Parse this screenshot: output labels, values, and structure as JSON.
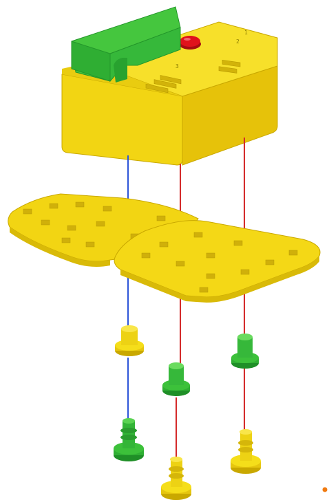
{
  "diagram": {
    "type": "exploded-assembly",
    "module": {
      "body_color": "#F5DE1A",
      "battery_color": "#3CC13A",
      "button_color": "#E0121C",
      "markings": [
        "1",
        "2",
        "3"
      ]
    },
    "plates": {
      "color": "#F5DE1A",
      "count": 2
    },
    "connectors": [
      {
        "id": "A",
        "wire_color": "#2D55D8",
        "upper_peg_color": "#F5DE1A",
        "lower_peg_color": "#3CC13A"
      },
      {
        "id": "B",
        "wire_color": "#D42A2A",
        "upper_peg_color": "#3CC13A",
        "lower_peg_color": "#F5DE1A"
      },
      {
        "id": "C",
        "wire_color": "#D42A2A",
        "upper_peg_color": "#3CC13A",
        "lower_peg_color": "#F5DE1A"
      }
    ],
    "indicator_color": "#F07A10"
  }
}
